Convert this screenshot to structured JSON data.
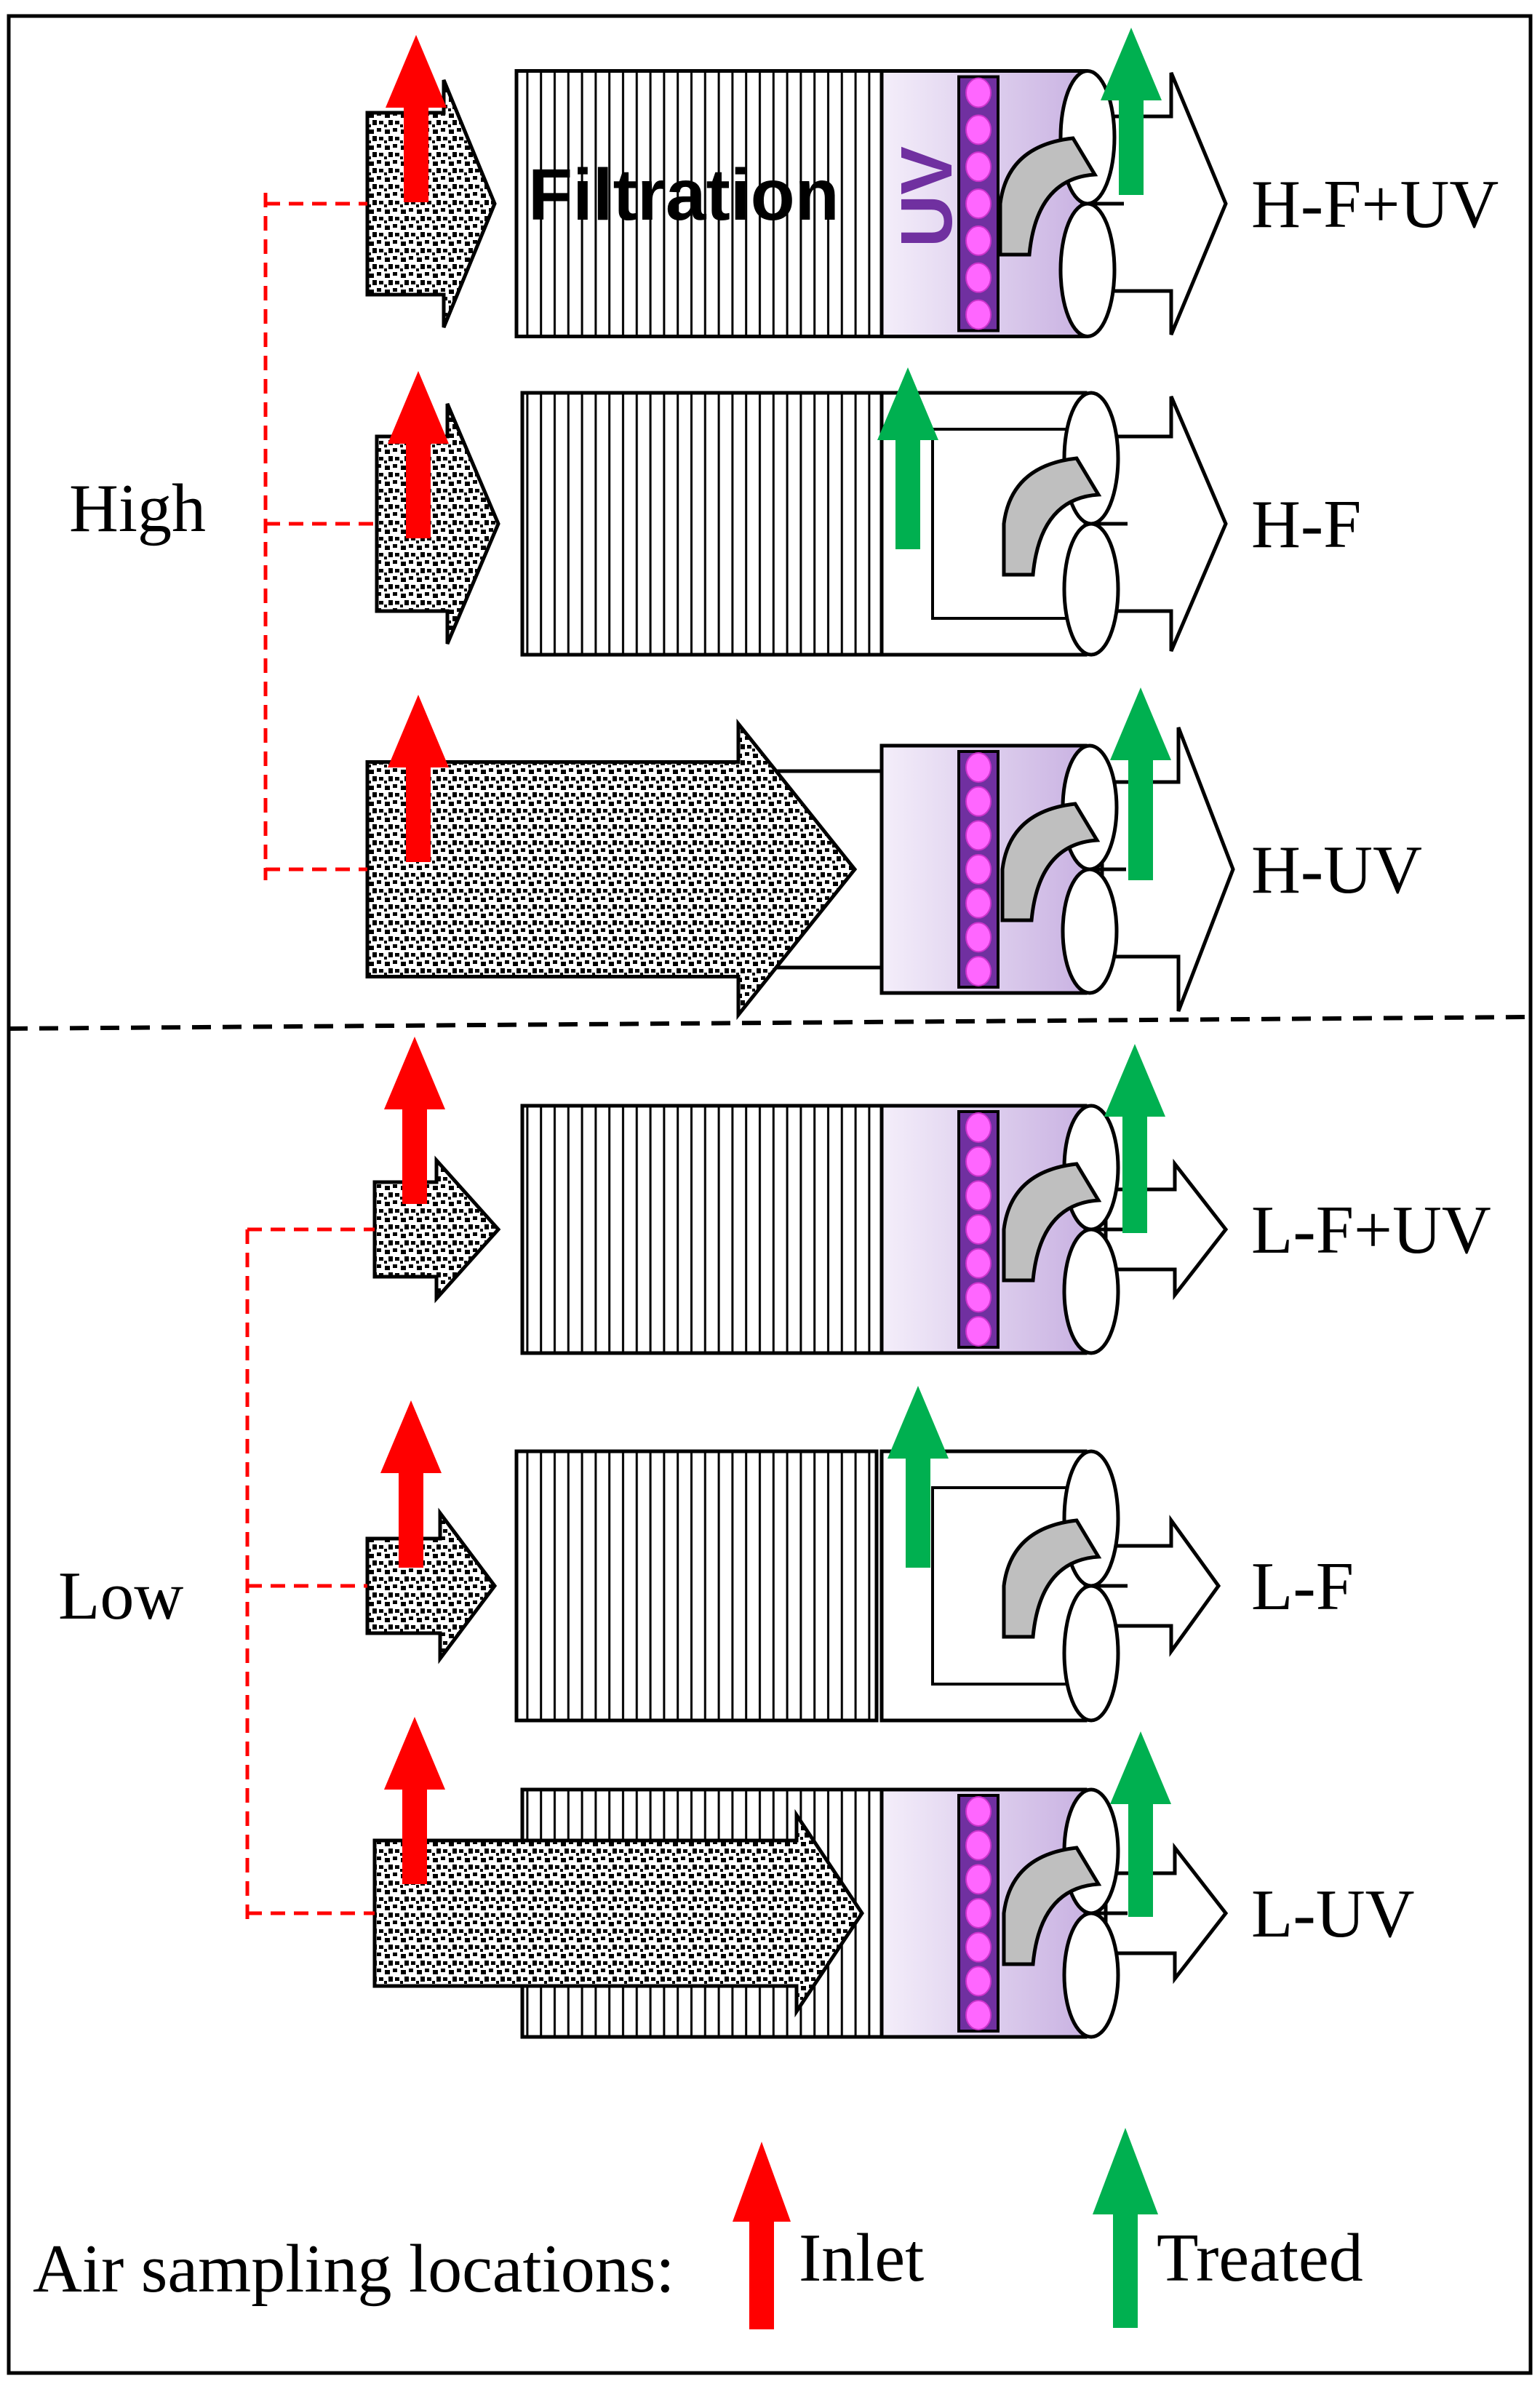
{
  "groups": {
    "high": "High",
    "low": "Low"
  },
  "systems": [
    {
      "label": "H-F+UV",
      "filtration": true,
      "uv": true
    },
    {
      "label": "H-F",
      "filtration": true,
      "uv": false
    },
    {
      "label": "H-UV",
      "filtration": false,
      "uv": true
    },
    {
      "label": "L-F+UV",
      "filtration": true,
      "uv": true
    },
    {
      "label": "L-F",
      "filtration": true,
      "uv": false
    },
    {
      "label": "L-UV",
      "filtration": false,
      "uv": true
    }
  ],
  "component_labels": {
    "filtration": "Filtration",
    "uv": "UV"
  },
  "legend": {
    "title": "Air sampling locations:",
    "inlet": "Inlet",
    "treated": "Treated"
  },
  "colors": {
    "inlet_arrow": "#ff0000",
    "treated_arrow": "#00b050",
    "sampling_line": "#ff0000",
    "uv_panel": "#d9c8ec",
    "uv_lamp": "#7030a0",
    "uv_bulb": "#ff66ff",
    "uv_text": "#7030a0",
    "fan_blade": "#bfbfbf"
  }
}
